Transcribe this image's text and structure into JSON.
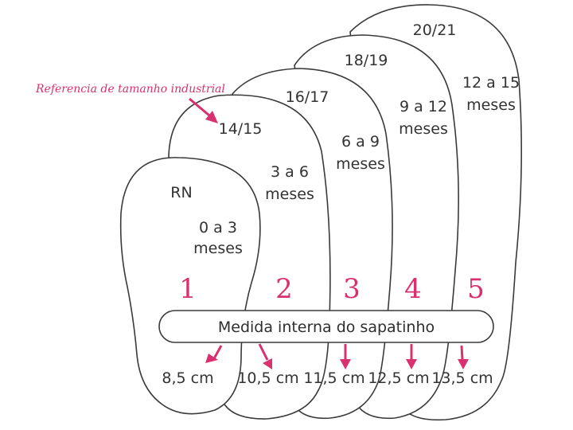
{
  "accent_color": "#d9306f",
  "line_color": "#3a3a3a",
  "annotation": {
    "text": "Referencia de tamanho  industrial"
  },
  "measure_bar": {
    "label": "Medida interna do sapatinho"
  },
  "sizes": [
    {
      "code": "RN",
      "age_line1": "0 a 3",
      "age_line2": "meses",
      "number": "1",
      "measure": "8,5 cm"
    },
    {
      "code": "14/15",
      "age_line1": "3 a 6",
      "age_line2": "meses",
      "number": "2",
      "measure": "10,5 cm"
    },
    {
      "code": "16/17",
      "age_line1": "6 a 9",
      "age_line2": "meses",
      "number": "3",
      "measure": "11,5 cm"
    },
    {
      "code": "18/19",
      "age_line1": "9 a 12",
      "age_line2": "meses",
      "number": "4",
      "measure": "12,5 cm"
    },
    {
      "code": "20/21",
      "age_line1": "12 a 15",
      "age_line2": "meses",
      "number": "5",
      "measure": "13,5 cm"
    }
  ]
}
